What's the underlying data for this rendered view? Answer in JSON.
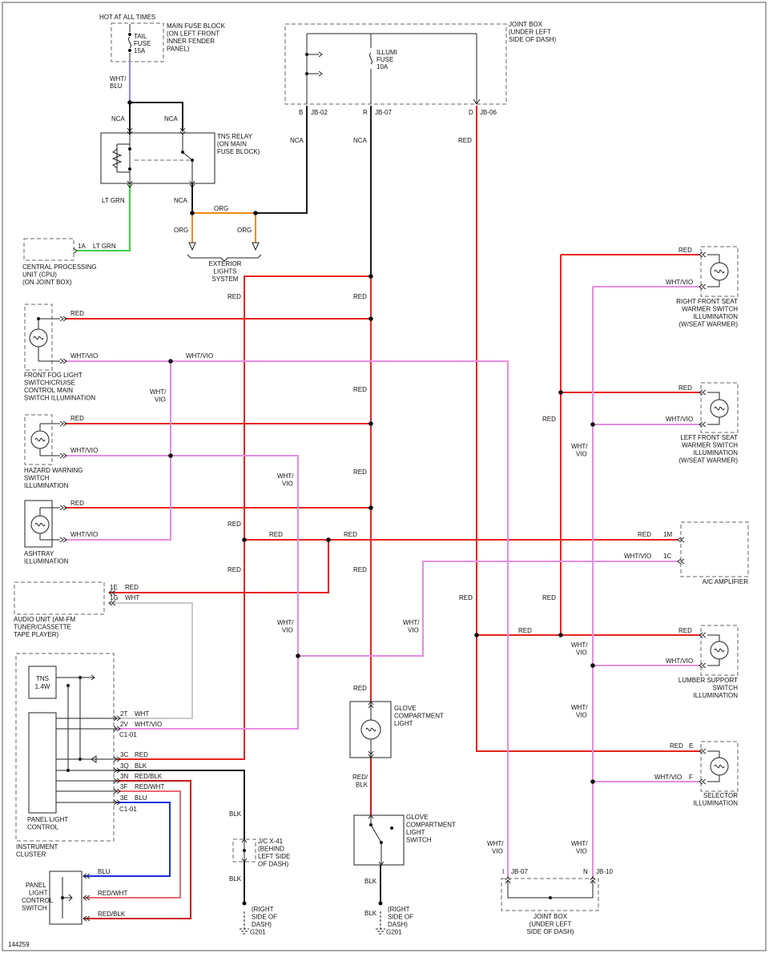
{
  "colors": {
    "RED": "#e8231f",
    "WHT/VIO": "#e58ee0",
    "ORG": "#f08a1e",
    "LT GRN": "#3fd33f",
    "BLU": "#1a2fe0",
    "WHT": "#c8c8c8",
    "BLK": "#1a1a1a",
    "NCA": "#1a1a1a",
    "RED/WHT": "#e86a70",
    "RED/BLK": "#c81818",
    "WHT/BLU": "#8a86e8"
  },
  "components": {
    "hot_label": "HOT AT ALL TIMES",
    "tail_fuse": [
      "TAIL",
      "FUSE",
      "15A"
    ],
    "main_fuse_block": [
      "MAIN FUSE BLOCK",
      "(ON LEFT FRONT",
      "INNER FENDER",
      "PANEL)"
    ],
    "tns_relay": [
      "TNS RELAY",
      "(ON MAIN",
      "FUSE BLOCK)"
    ],
    "joint_box_top": [
      "JOINT BOX",
      "(UNDER LEFT",
      "SIDE OF DASH)"
    ],
    "illumi_fuse": [
      "ILLUMI",
      "FUSE",
      "10A"
    ],
    "cpu": [
      "CENTRAL PROCESSING",
      "UNIT (CPU)",
      "(ON JOINT BOX)"
    ],
    "exterior": [
      "EXTERIOR",
      "LIGHTS",
      "SYSTEM"
    ],
    "fog": [
      "FRONT FOG LIGHT",
      "SWITCH/CRUISE",
      "CONTROL MAIN",
      "SWITCH ILLUMINATION"
    ],
    "hazard": [
      "HAZARD WARNING",
      "SWITCH",
      "ILLUMINATION"
    ],
    "ashtray": [
      "ASHTRAY",
      "ILLUMINATION"
    ],
    "audio": [
      "AUDIO UNIT (AM-FM",
      "TUNER/CASSETTE",
      "TAPE PLAYER)"
    ],
    "tns_lamp": [
      "TNS",
      "1.4W"
    ],
    "panel_light_control": [
      "PANEL LIGHT",
      "CONTROL"
    ],
    "instrument_cluster": [
      "INSTRUMENT",
      "CLUSTER"
    ],
    "panel_switch": [
      "PANEL",
      "LIGHT",
      "CONTROL",
      "SWITCH"
    ],
    "jc": [
      "J/C X-41",
      "(BEHIND",
      "LEFT SIDE",
      "OF DASH)"
    ],
    "ground_left": [
      "(RIGHT",
      "SIDE OF",
      "DASH)",
      "G201"
    ],
    "glove_light": [
      "GLOVE",
      "COMPARTMENT",
      "LIGHT"
    ],
    "glove_switch": [
      "GLOVE",
      "COMPARTMENT",
      "LIGHT",
      "SWITCH"
    ],
    "ground_right": [
      "(RIGHT",
      "SIDE OF",
      "DASH)",
      "G201"
    ],
    "rf_seat": [
      "RIGHT FRONT SEAT",
      "WARMER SWITCH",
      "ILLUMINATION",
      "(W/SEAT WARMER)"
    ],
    "lf_seat": [
      "LEFT FRONT SEAT",
      "WARMER SWITCH",
      "ILLUMINATION",
      "(W/SEAT WARMER)"
    ],
    "ac_amp": "A/C AMPLIFIER",
    "lumber": [
      "LUMBER SUPPORT",
      "SWITCH",
      "ILLUMINATION"
    ],
    "selector": [
      "SELECTOR",
      "ILLUMINATION"
    ],
    "joint_box_bottom": [
      "JOINT BOX",
      "(UNDER LEFT",
      "SIDE OF DASH)"
    ],
    "figure_number": "144259"
  },
  "connectors": {
    "jb02": "JB-02",
    "jb07": "JB-07",
    "jb06": "JB-06",
    "jb10": "JB-10",
    "pin_b": "B",
    "pin_r": "R",
    "pin_d": "D",
    "pin_n": "N",
    "pin_1a": "1A",
    "pin_1e": "1E",
    "pin_1g": "1G",
    "pin_1m": "1M",
    "pin_1c": "1C",
    "pin_e": "E",
    "pin_f": "F",
    "pin_2t": "2T",
    "pin_2v": "2V",
    "pin_3c": "3C",
    "pin_3q": "3Q",
    "pin_3n": "3N",
    "pin_3f": "3F",
    "pin_3e": "3E",
    "c101": "C1-01"
  },
  "wire_labels": {
    "wht_blu": [
      "WHT/",
      "BLU"
    ],
    "nca": "NCA",
    "lt_grn": "LT GRN",
    "org": "ORG",
    "red": "RED",
    "wht_vio": "WHT/VIO",
    "wht_vio_stack": [
      "WHT/",
      "VIO"
    ],
    "red_blk_stack": [
      "RED/",
      "BLK"
    ],
    "wht": "WHT",
    "blk": "BLK",
    "blu": "BLU",
    "red_wht": "RED/WHT",
    "red_blk": "RED/BLK"
  }
}
